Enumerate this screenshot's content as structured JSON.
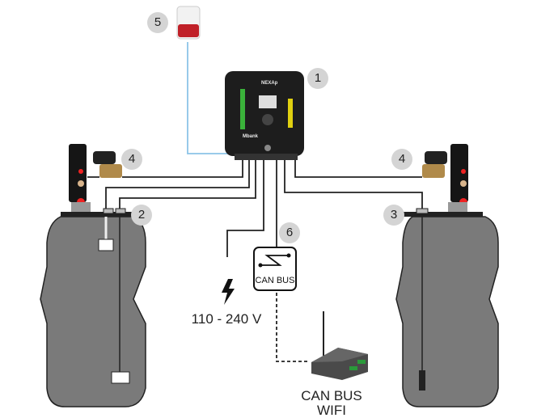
{
  "controller": {
    "brand": "NEXAp",
    "model": "Mbank"
  },
  "badges": [
    "1",
    "2",
    "3",
    "4",
    "4",
    "5",
    "6"
  ],
  "power_label": "110 - 240 V",
  "can_bus_box_label": "CAN BUS",
  "gateway_label_line1": "CAN BUS",
  "gateway_label_line2": "WIFI",
  "colors": {
    "tank": "#7a7a7a",
    "alarm_wire": "#8cc4e8",
    "wire": "#222222"
  }
}
